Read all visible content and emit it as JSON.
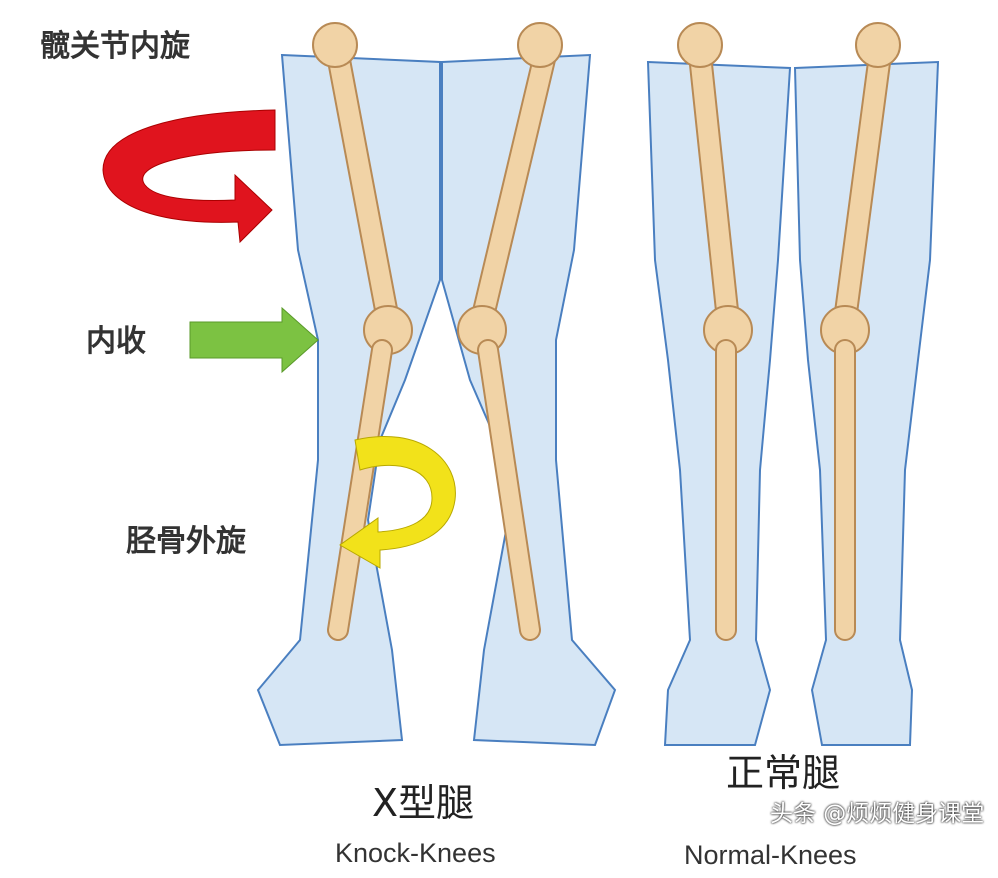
{
  "annotations": {
    "hip_internal_rotation": "髋关节内旋",
    "adduction": "内收",
    "tibial_external_rotation": "胫骨外旋"
  },
  "panels": [
    {
      "title": "X型腿",
      "subtitle": "Knock-Knees"
    },
    {
      "title": "正常腿",
      "subtitle": "Normal-Knees"
    }
  ],
  "watermark": "头条 @烦烦健身课堂",
  "colors": {
    "leg_fill": "#d6e6f5",
    "leg_outline": "#4a7fc0",
    "bone": "#f1d3a6",
    "bone_outline": "#b88a55",
    "arrow_hip": "#e0141e",
    "arrow_adduction": "#7cc242",
    "arrow_tibia": "#f2e21a"
  }
}
